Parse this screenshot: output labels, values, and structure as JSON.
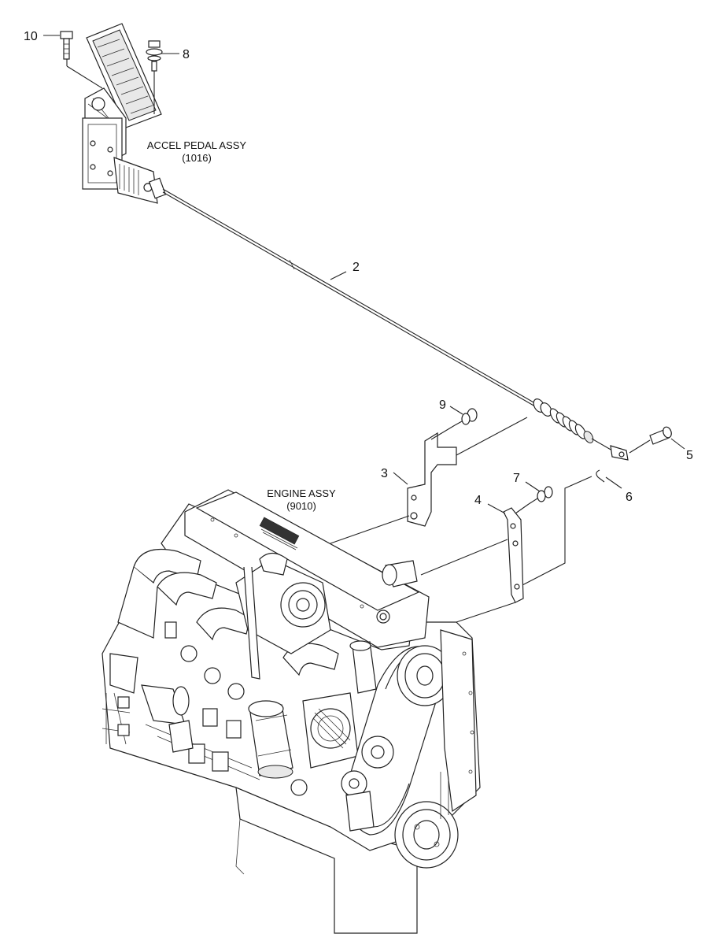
{
  "callouts": [
    {
      "id": "10",
      "text": "10"
    },
    {
      "id": "8",
      "text": "8"
    },
    {
      "id": "2",
      "text": "2"
    },
    {
      "id": "9",
      "text": "9"
    },
    {
      "id": "3",
      "text": "3"
    },
    {
      "id": "7",
      "text": "7"
    },
    {
      "id": "4",
      "text": "4"
    },
    {
      "id": "5",
      "text": "5"
    },
    {
      "id": "6",
      "text": "6"
    }
  ],
  "assemblies": {
    "accel_pedal": {
      "name": "ACCEL PEDAL ASSY",
      "code": "(1016)"
    },
    "engine": {
      "name": "ENGINE ASSY",
      "code": "(9010)"
    }
  }
}
